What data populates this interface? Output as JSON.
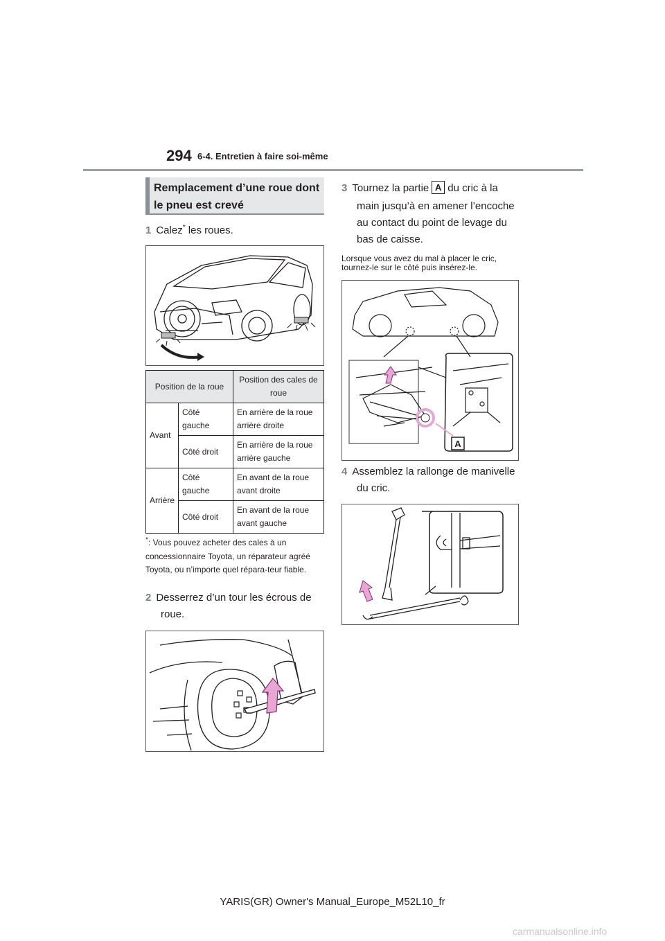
{
  "header": {
    "page_number": "294",
    "section": "6-4. Entretien à faire soi-même"
  },
  "section_title": "Remplacement d’une roue dont le pneu est crevé",
  "step1": {
    "num": "1",
    "text_a": "Calez",
    "sup": "*",
    "text_b": " les roues."
  },
  "table": {
    "headers": [
      "Position de la roue",
      "Position des cales de roue"
    ],
    "groups": [
      {
        "label": "Avant",
        "rows": [
          {
            "side": "Côté gauche",
            "value": "En arrière de la roue arrière droite"
          },
          {
            "side": "Côté droit",
            "value": "En arrière de la roue arrière gauche"
          }
        ]
      },
      {
        "label": "Arrière",
        "rows": [
          {
            "side": "Côté gauche",
            "value": "En avant de la roue avant droite"
          },
          {
            "side": "Côté droit",
            "value": "En avant de la roue avant gauche"
          }
        ]
      }
    ]
  },
  "footnote": {
    "mark": "*",
    "text": ": Vous pouvez acheter des cales à un concessionnaire Toyota, un réparateur agréé Toyota, ou n’importe quel répara-teur fiable."
  },
  "step2": {
    "num": "2",
    "line1": "Desserrez d’un tour les écrous de",
    "line2": "roue."
  },
  "step3": {
    "num": "3",
    "text_a": "Tournez la partie",
    "tag": "A",
    "text_b": "du cric à la",
    "line2": "main jusqu’à en amener l’encoche",
    "line3": "au contact du point de levage du",
    "line4": "bas de caisse."
  },
  "note": {
    "line1": "Lorsque vous avez du mal à placer le cric,",
    "line2": "tournez-le sur le côté puis insérez-le."
  },
  "figure3": {
    "callout": "A"
  },
  "step4": {
    "num": "4",
    "line1": "Assemblez la rallonge de manivelle",
    "line2": "du cric."
  },
  "footer": "YARIS(GR) Owner's Manual_Europe_M52L10_fr",
  "watermark": "carmanualsonline.info",
  "colors": {
    "accent_arrow": "#e8a6d4",
    "arrow_stroke": "#8a2d78",
    "section_bg": "#e6e7e8",
    "section_bar": "#8a9095"
  }
}
